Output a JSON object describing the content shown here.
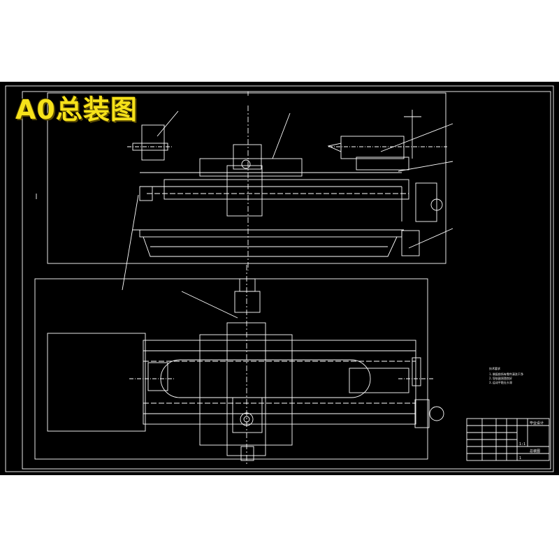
{
  "title": "A0总装图",
  "colors": {
    "background": "#000000",
    "line": "#ffffff",
    "title": "#f6e21a"
  },
  "tech_notes": {
    "heading": "技术要求",
    "lines": [
      "1.装配前所有零件清洗干净",
      "2.导轨副润滑良好",
      "3.运动平稳无卡滞"
    ]
  },
  "title_block": {
    "company": "毕业设计",
    "drawing_name": "总装图",
    "scale": "1:1",
    "sheet": "1"
  }
}
